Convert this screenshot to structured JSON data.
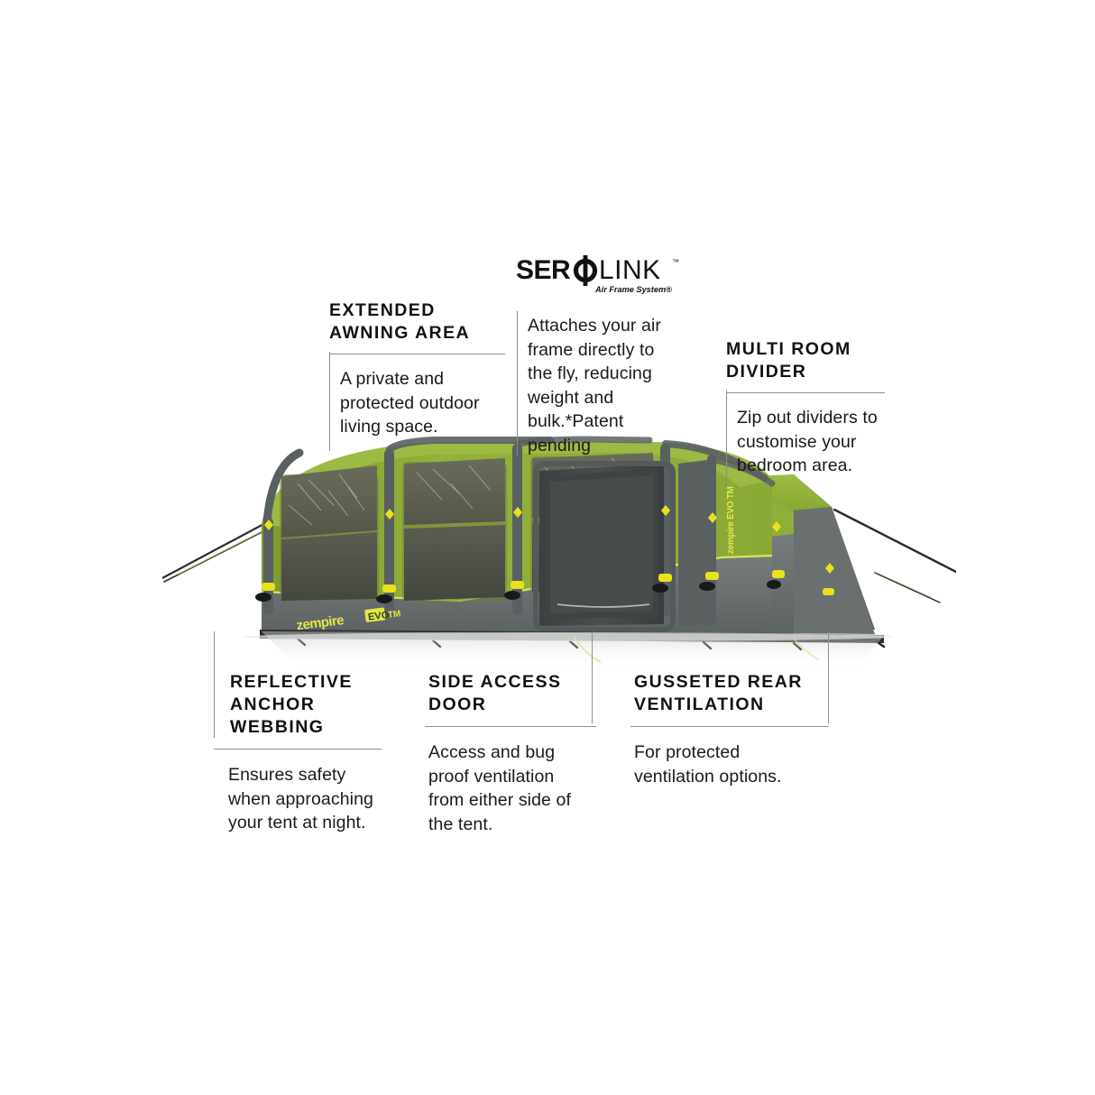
{
  "brand": {
    "logo_main_left": "SER",
    "logo_main_right": "LINK",
    "logo_trademark": "™",
    "logo_subtitle": "Air Frame System®",
    "tent_logo": "zempire EVO TM"
  },
  "colors": {
    "tent_green": "#8fb03a",
    "tent_green_dark": "#7d9c30",
    "tent_green_light": "#a4c055",
    "tent_gray": "#6d7273",
    "tent_gray_dark": "#4c5152",
    "tent_gray_light": "#878c8d",
    "pole_gray": "#5f6466",
    "accent_yellow": "#e8e21c",
    "mesh_dark": "#3e4243",
    "window_clear": "#5d5f52",
    "text": "#13110f",
    "rule": "#8d8f90",
    "ground": "#f2f2f2"
  },
  "callouts": [
    {
      "id": "extended-awning-area",
      "title": "EXTENDED\nAWNING AREA",
      "body": "A private and\nprotected outdoor\nliving space."
    },
    {
      "id": "serolink",
      "title": "",
      "body": "Attaches your air\nframe directly to\nthe fly, reducing\nweight and\nbulk.*Patent\npending"
    },
    {
      "id": "multi-room-divider",
      "title": "MULTI ROOM\nDIVIDER",
      "body": "Zip out dividers to\ncustomise your\nbedroom area."
    },
    {
      "id": "reflective-anchor-webbing",
      "title": "REFLECTIVE\nANCHOR\nWEBBING",
      "body": "Ensures safety\nwhen approaching\nyour tent at night."
    },
    {
      "id": "side-access-door",
      "title": "SIDE ACCESS\nDOOR",
      "body": "Access and bug\nproof ventilation\nfrom either side of\nthe tent."
    },
    {
      "id": "gusseted-rear-ventilation",
      "title": "GUSSETED REAR\nVENTILATION",
      "body": "For protected\nventilation options."
    }
  ]
}
